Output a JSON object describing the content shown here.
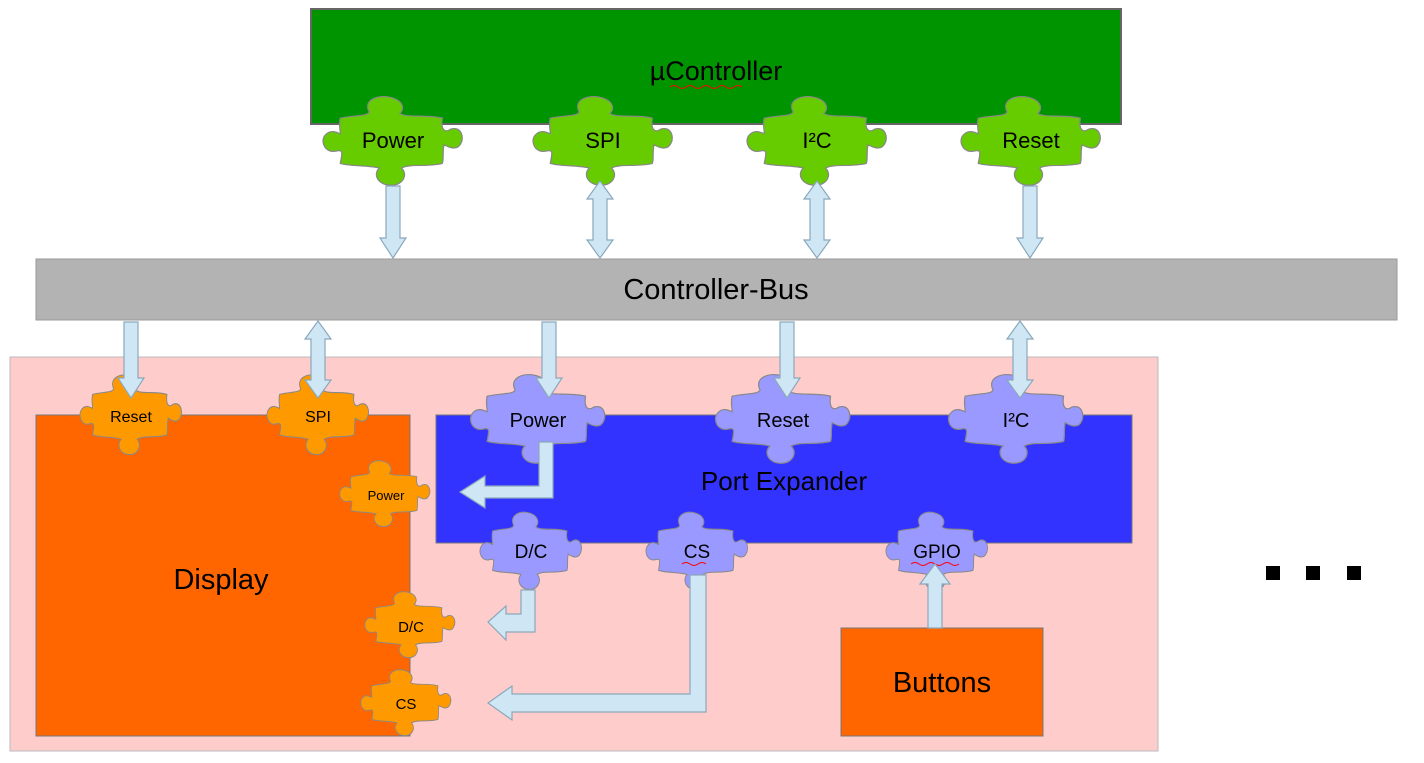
{
  "microcontroller": {
    "title": "µController",
    "pins": [
      "Power",
      "SPI",
      "I²C",
      "Reset"
    ],
    "color": "#009400",
    "pin_color": "#66cc00"
  },
  "bus": {
    "label": "Controller-Bus",
    "color": "#b3b3b3"
  },
  "board": {
    "color": "#ffcccc"
  },
  "display": {
    "title": "Display",
    "top_pins": [
      "Reset",
      "SPI"
    ],
    "side_pins": [
      "Power",
      "D/C",
      "CS"
    ],
    "color": "#ff6600",
    "pin_color": "#ff9900"
  },
  "port_expander": {
    "title": "Port Expander",
    "top_pins": [
      "Power",
      "Reset",
      "I²C"
    ],
    "bottom_pins": [
      "D/C",
      "CS",
      "GPIO"
    ],
    "color": "#3333ff",
    "pin_color": "#9999ff"
  },
  "buttons": {
    "label": "Buttons",
    "color": "#ff6600"
  },
  "ellipsis": "■ ■ ■",
  "arrow_color": "#cfe7f5"
}
